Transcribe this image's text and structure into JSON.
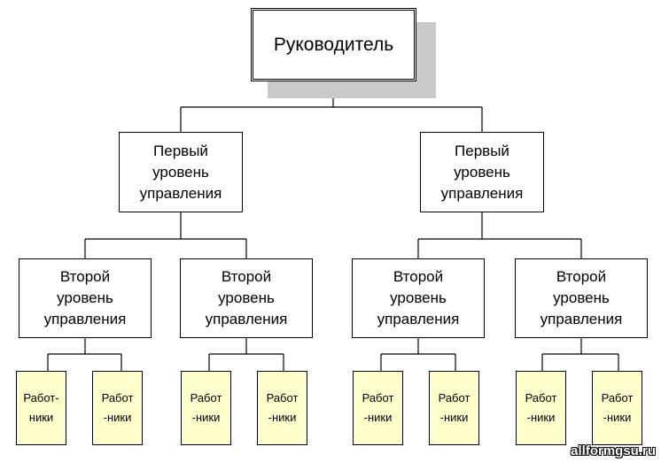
{
  "chart_data": {
    "type": "org-chart",
    "root": "Руководитель",
    "level1": [
      {
        "label": "Первый\nуровень\nуправления",
        "children": [
          {
            "label": "Второй\nуровень\nуправления",
            "workers": [
              "Работ-\nники",
              "Работ\n-ники"
            ]
          },
          {
            "label": "Второй\nуровень\nуправления",
            "workers": [
              "Работ\n-ники",
              "Работ\n-ники"
            ]
          }
        ]
      },
      {
        "label": "Первый\nуровень\nуправления",
        "children": [
          {
            "label": "Второй\nуровень\nуправления",
            "workers": [
              "Работ\n-ники",
              "Работ\n-ники"
            ]
          },
          {
            "label": "Второй\nуровень\nуправления",
            "workers": [
              "Работ\n-ники",
              "Работ\n-ники"
            ]
          }
        ]
      }
    ]
  },
  "watermark": "allformgsu.ru"
}
